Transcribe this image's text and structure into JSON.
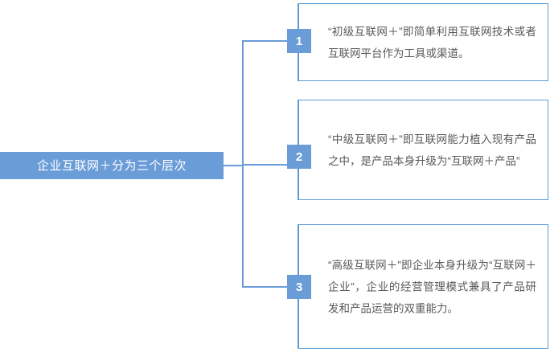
{
  "diagram": {
    "root": {
      "label": "企业互联网＋分为三个层次",
      "fill_color": "#6a9cd8",
      "text_color": "#ffffff"
    },
    "accent_color": "#5b9bd5",
    "connector_color": "#6a9cd8",
    "body_text_color": "#595959",
    "branches": [
      {
        "number": "1",
        "text": "“初级互联网＋”即简单利用互联网技术或者互联网平台作为工具或渠道。"
      },
      {
        "number": "2",
        "text": "“中级互联网＋”即互联网能力植入现有产品之中，是产品本身升级为“互联网＋产品”"
      },
      {
        "number": "3",
        "text": "“高级互联网＋”即企业本身升级为“互联网＋企业”，企业的经营管理模式兼具了产品研发和产品运营的双重能力。"
      }
    ]
  }
}
